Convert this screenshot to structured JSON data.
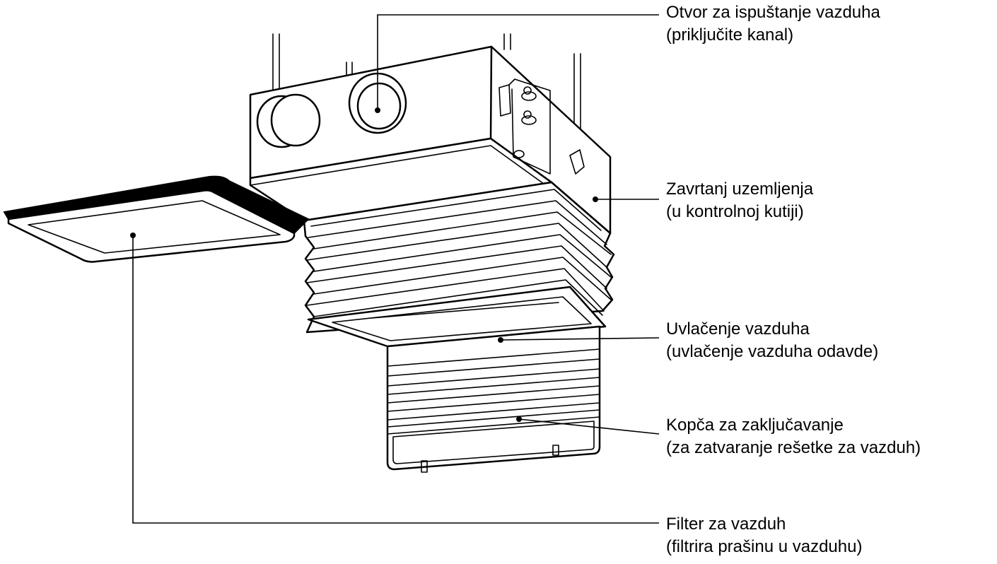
{
  "callouts": [
    {
      "id": "outlet",
      "title": "Otvor za ispuštanje vazduha",
      "note": "(priključite kanal)"
    },
    {
      "id": "ground",
      "title": "Zavrtanj uzemljenja",
      "note": "(u kontrolnoj kutiji)"
    },
    {
      "id": "intake",
      "title": "Uvlačenje vazduha",
      "note": "(uvlačenje vazduha odavde)"
    },
    {
      "id": "latch",
      "title": "Kopča za zaključavanje",
      "note": "(za zatvaranje rešetke za vazduh)"
    },
    {
      "id": "filter",
      "title": "Filter za vazduh",
      "note": "(filtrira prašinu u vazduhu)"
    }
  ],
  "colors": {
    "ink": "#000000",
    "background": "#ffffff"
  }
}
